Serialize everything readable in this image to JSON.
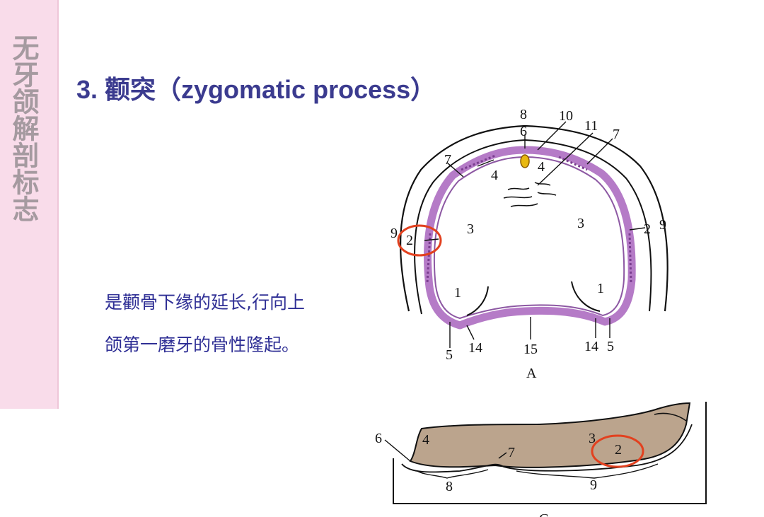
{
  "side_title": "无牙颌解剖标志",
  "slide_title": "3. 颧突（zygomatic process）",
  "description": {
    "line1": "是颧骨下缘的延长,行向上",
    "line2": "颌第一磨牙的骨性隆起。"
  },
  "figure_a": {
    "caption": "A",
    "labels": {
      "l8": "8",
      "l10": "10",
      "l6": "6",
      "l11": "11",
      "l7a": "7",
      "l7b": "7",
      "l4a": "4",
      "l4b": "4",
      "l9a": "9",
      "l9b": "9",
      "l2a": "2",
      "l2b": "2",
      "l3a": "3",
      "l3b": "3",
      "l1a": "1",
      "l1b": "1",
      "l5a": "5",
      "l5b": "5",
      "l14a": "14",
      "l14b": "14",
      "l15": "15"
    }
  },
  "figure_b": {
    "caption": "C",
    "labels": {
      "l6": "6",
      "l4": "4",
      "l7": "7",
      "l3": "3",
      "l2": "2",
      "l8": "8",
      "l9": "9"
    }
  },
  "colors": {
    "side_bar": "#f9dcea",
    "title": "#3b3b8f",
    "description": "#2f2f95",
    "ridge": "#b57bc7",
    "highlight_circle": "#e2411f",
    "tissue_fill": "#bba48d"
  }
}
